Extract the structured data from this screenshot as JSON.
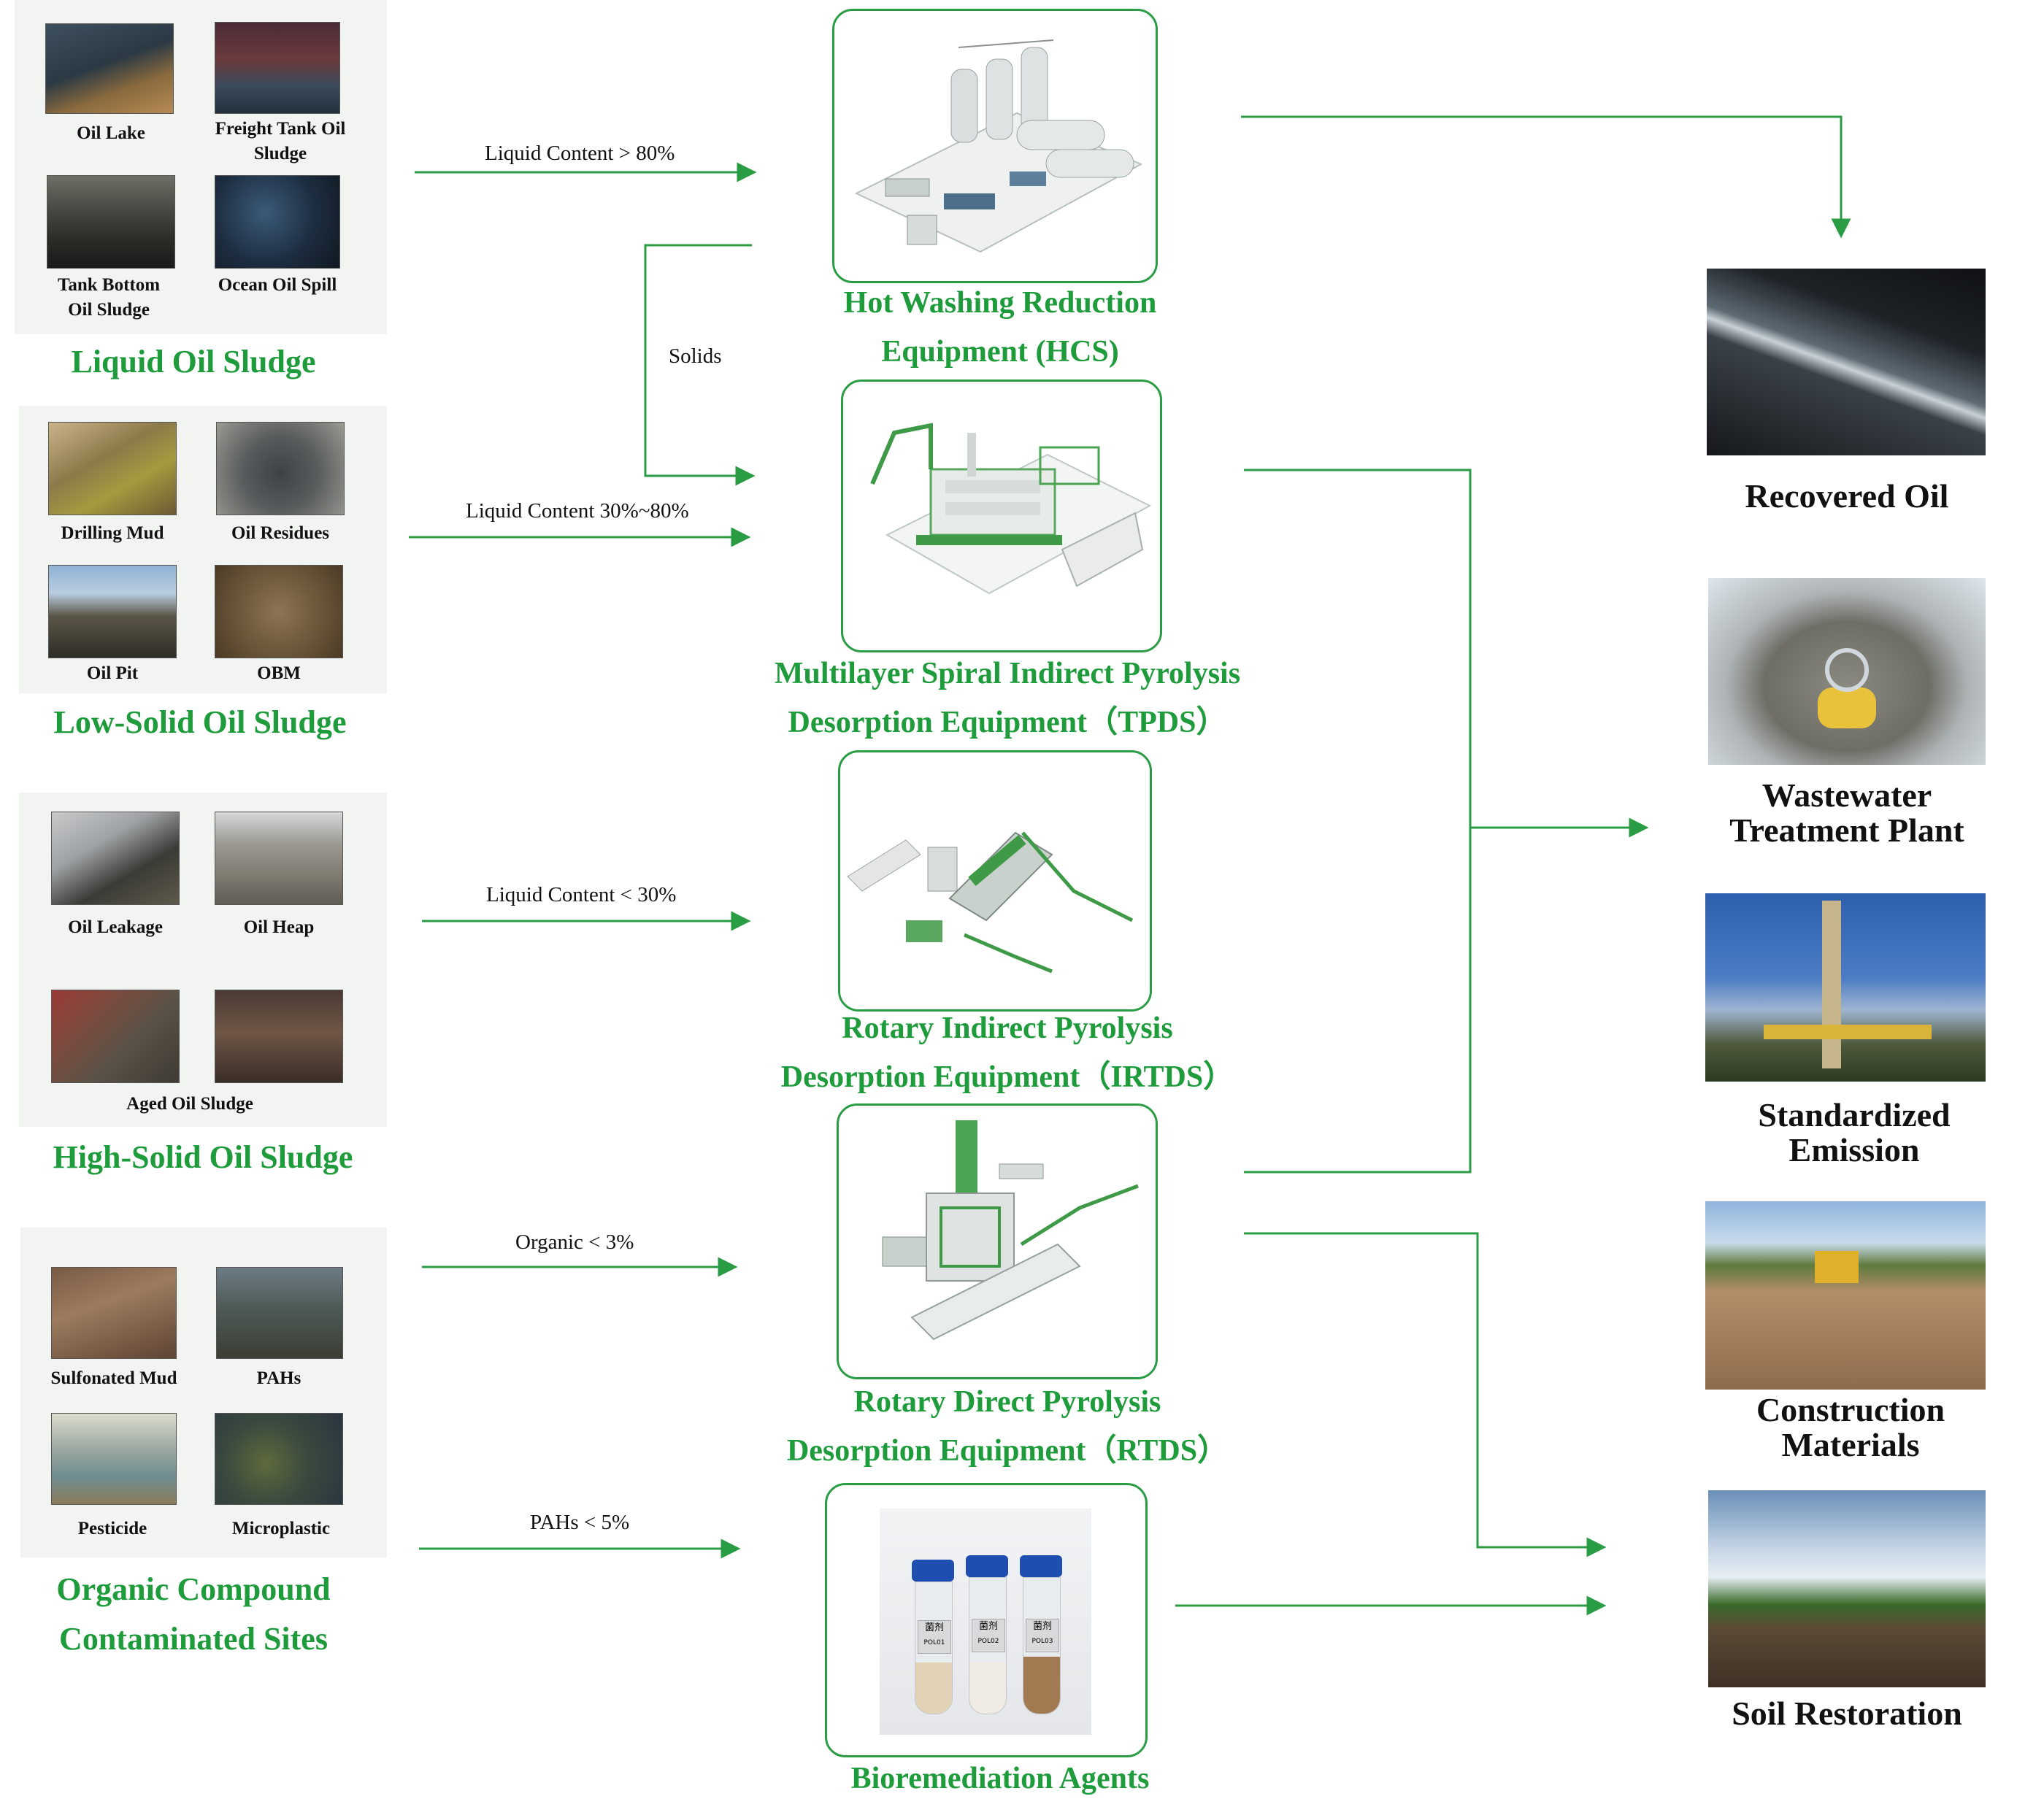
{
  "categories": [
    {
      "title": "Liquid Oil Sludge",
      "items": [
        "Oil Lake",
        "Freight Tank Oil Sludge",
        "Tank Bottom Oil Sludge",
        "Ocean Oil Spill"
      ]
    },
    {
      "title": "Low-Solid Oil Sludge",
      "items": [
        "Drilling Mud",
        "Oil Residues",
        "Oil Pit",
        "OBM"
      ]
    },
    {
      "title": "High-Solid Oil Sludge",
      "items": [
        "Oil Leakage",
        "Oil Heap",
        "Aged Oil Sludge"
      ]
    },
    {
      "title": "Organic Compound Contaminated Sites",
      "items": [
        "Sulfonated Mud",
        "PAHs",
        "Pesticide",
        "Microplastic"
      ]
    }
  ],
  "conditions": {
    "liquid_gt_80": "Liquid Content > 80%",
    "solids": "Solids",
    "liquid_30_80": "Liquid Content 30%~80%",
    "liquid_lt_30": "Liquid Content < 30%",
    "organic_lt_3": "Organic < 3%",
    "pahs_lt_5": "PAHs < 5%"
  },
  "equipment": [
    {
      "line1": "Hot Washing Reduction",
      "line2": "Equipment (HCS)"
    },
    {
      "line1": "Multilayer Spiral Indirect Pyrolysis",
      "line2": "Desorption Equipment（TPDS）"
    },
    {
      "line1": "Rotary Indirect Pyrolysis",
      "line2": "Desorption Equipment（IRTDS）"
    },
    {
      "line1": "Rotary Direct Pyrolysis",
      "line2": "Desorption Equipment（RTDS）"
    },
    {
      "line1": "Bioremediation Agents",
      "line2": ""
    }
  ],
  "vial_labels": [
    {
      "top": "菌剂",
      "bottom": "POL01"
    },
    {
      "top": "菌剂",
      "bottom": "POL02"
    },
    {
      "top": "菌剂",
      "bottom": "POL03"
    }
  ],
  "outputs": [
    {
      "line1": "Recovered Oil",
      "line2": ""
    },
    {
      "line1": "Wastewater",
      "line2": "Treatment Plant"
    },
    {
      "line1": "Standardized",
      "line2": "Emission"
    },
    {
      "line1": "Construction",
      "line2": "Materials"
    },
    {
      "line1": "Soil Restoration",
      "line2": ""
    }
  ],
  "colors": {
    "arrow_green": "#2a9c44",
    "title_green": "#1e9b3b",
    "panel_gray": "#f2f4f2",
    "text_black": "#111111"
  }
}
